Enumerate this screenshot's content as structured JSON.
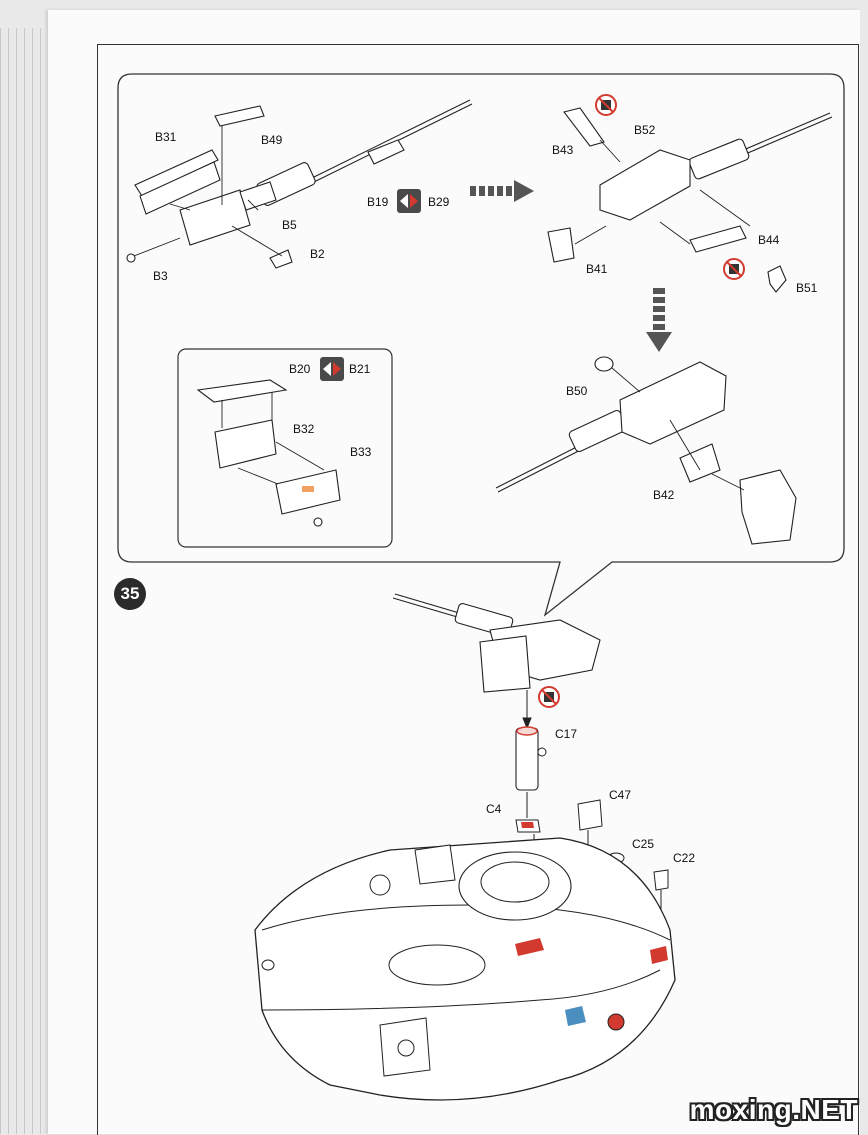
{
  "step_number": "35",
  "watermark": "moxing.NET",
  "upper_left_labels": {
    "b31": "B31",
    "b49": "B49",
    "b5": "B5",
    "b2": "B2",
    "b3": "B3",
    "b19": "B19",
    "b29": "B29"
  },
  "upper_right_labels": {
    "b43": "B43",
    "b52": "B52",
    "b44": "B44",
    "b41": "B41",
    "b51": "B51"
  },
  "inset_labels": {
    "b20": "B20",
    "b21": "B21",
    "b32": "B32",
    "b33": "B33"
  },
  "middle_labels": {
    "b50": "B50",
    "b42": "B42"
  },
  "turret_labels": {
    "c17": "C17",
    "c4": "C4",
    "c47": "C47",
    "c25": "C25",
    "c22": "C22"
  },
  "colors": {
    "accent_red": "#d23a2f",
    "frame": "#333333",
    "icon_bg": "#4a4a4a"
  }
}
